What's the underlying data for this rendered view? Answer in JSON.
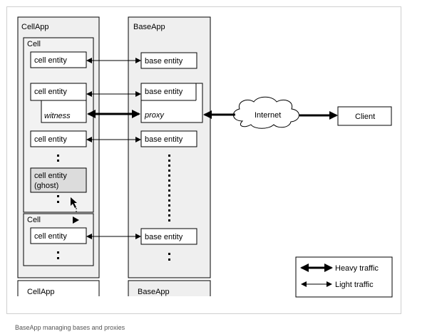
{
  "diagram": {
    "cellapp_label": "CellApp",
    "cellapp_bottom_label": "CellApp",
    "cell_label": "Cell",
    "cell2_label": "Cell",
    "baseapp_label": "BaseApp",
    "baseapp_bottom_label": "BaseApp",
    "cell_entity": "cell entity",
    "witness": "witness",
    "ghost_line1": "cell entity",
    "ghost_line2": "(ghost)",
    "base_entity": "base entity",
    "proxy": "proxy",
    "internet": "Internet",
    "client": "Client",
    "legend": {
      "heavy": "Heavy traffic",
      "light": "Light traffic"
    }
  },
  "caption": "BaseApp managing bases and proxies",
  "colors": {
    "app_fill": "#efefef",
    "cell_fill": "#f2f2f2",
    "ghost_fill": "#dcdcdc",
    "border": "#000000",
    "figure_border": "#cfcfcf",
    "caption": "#555555"
  }
}
